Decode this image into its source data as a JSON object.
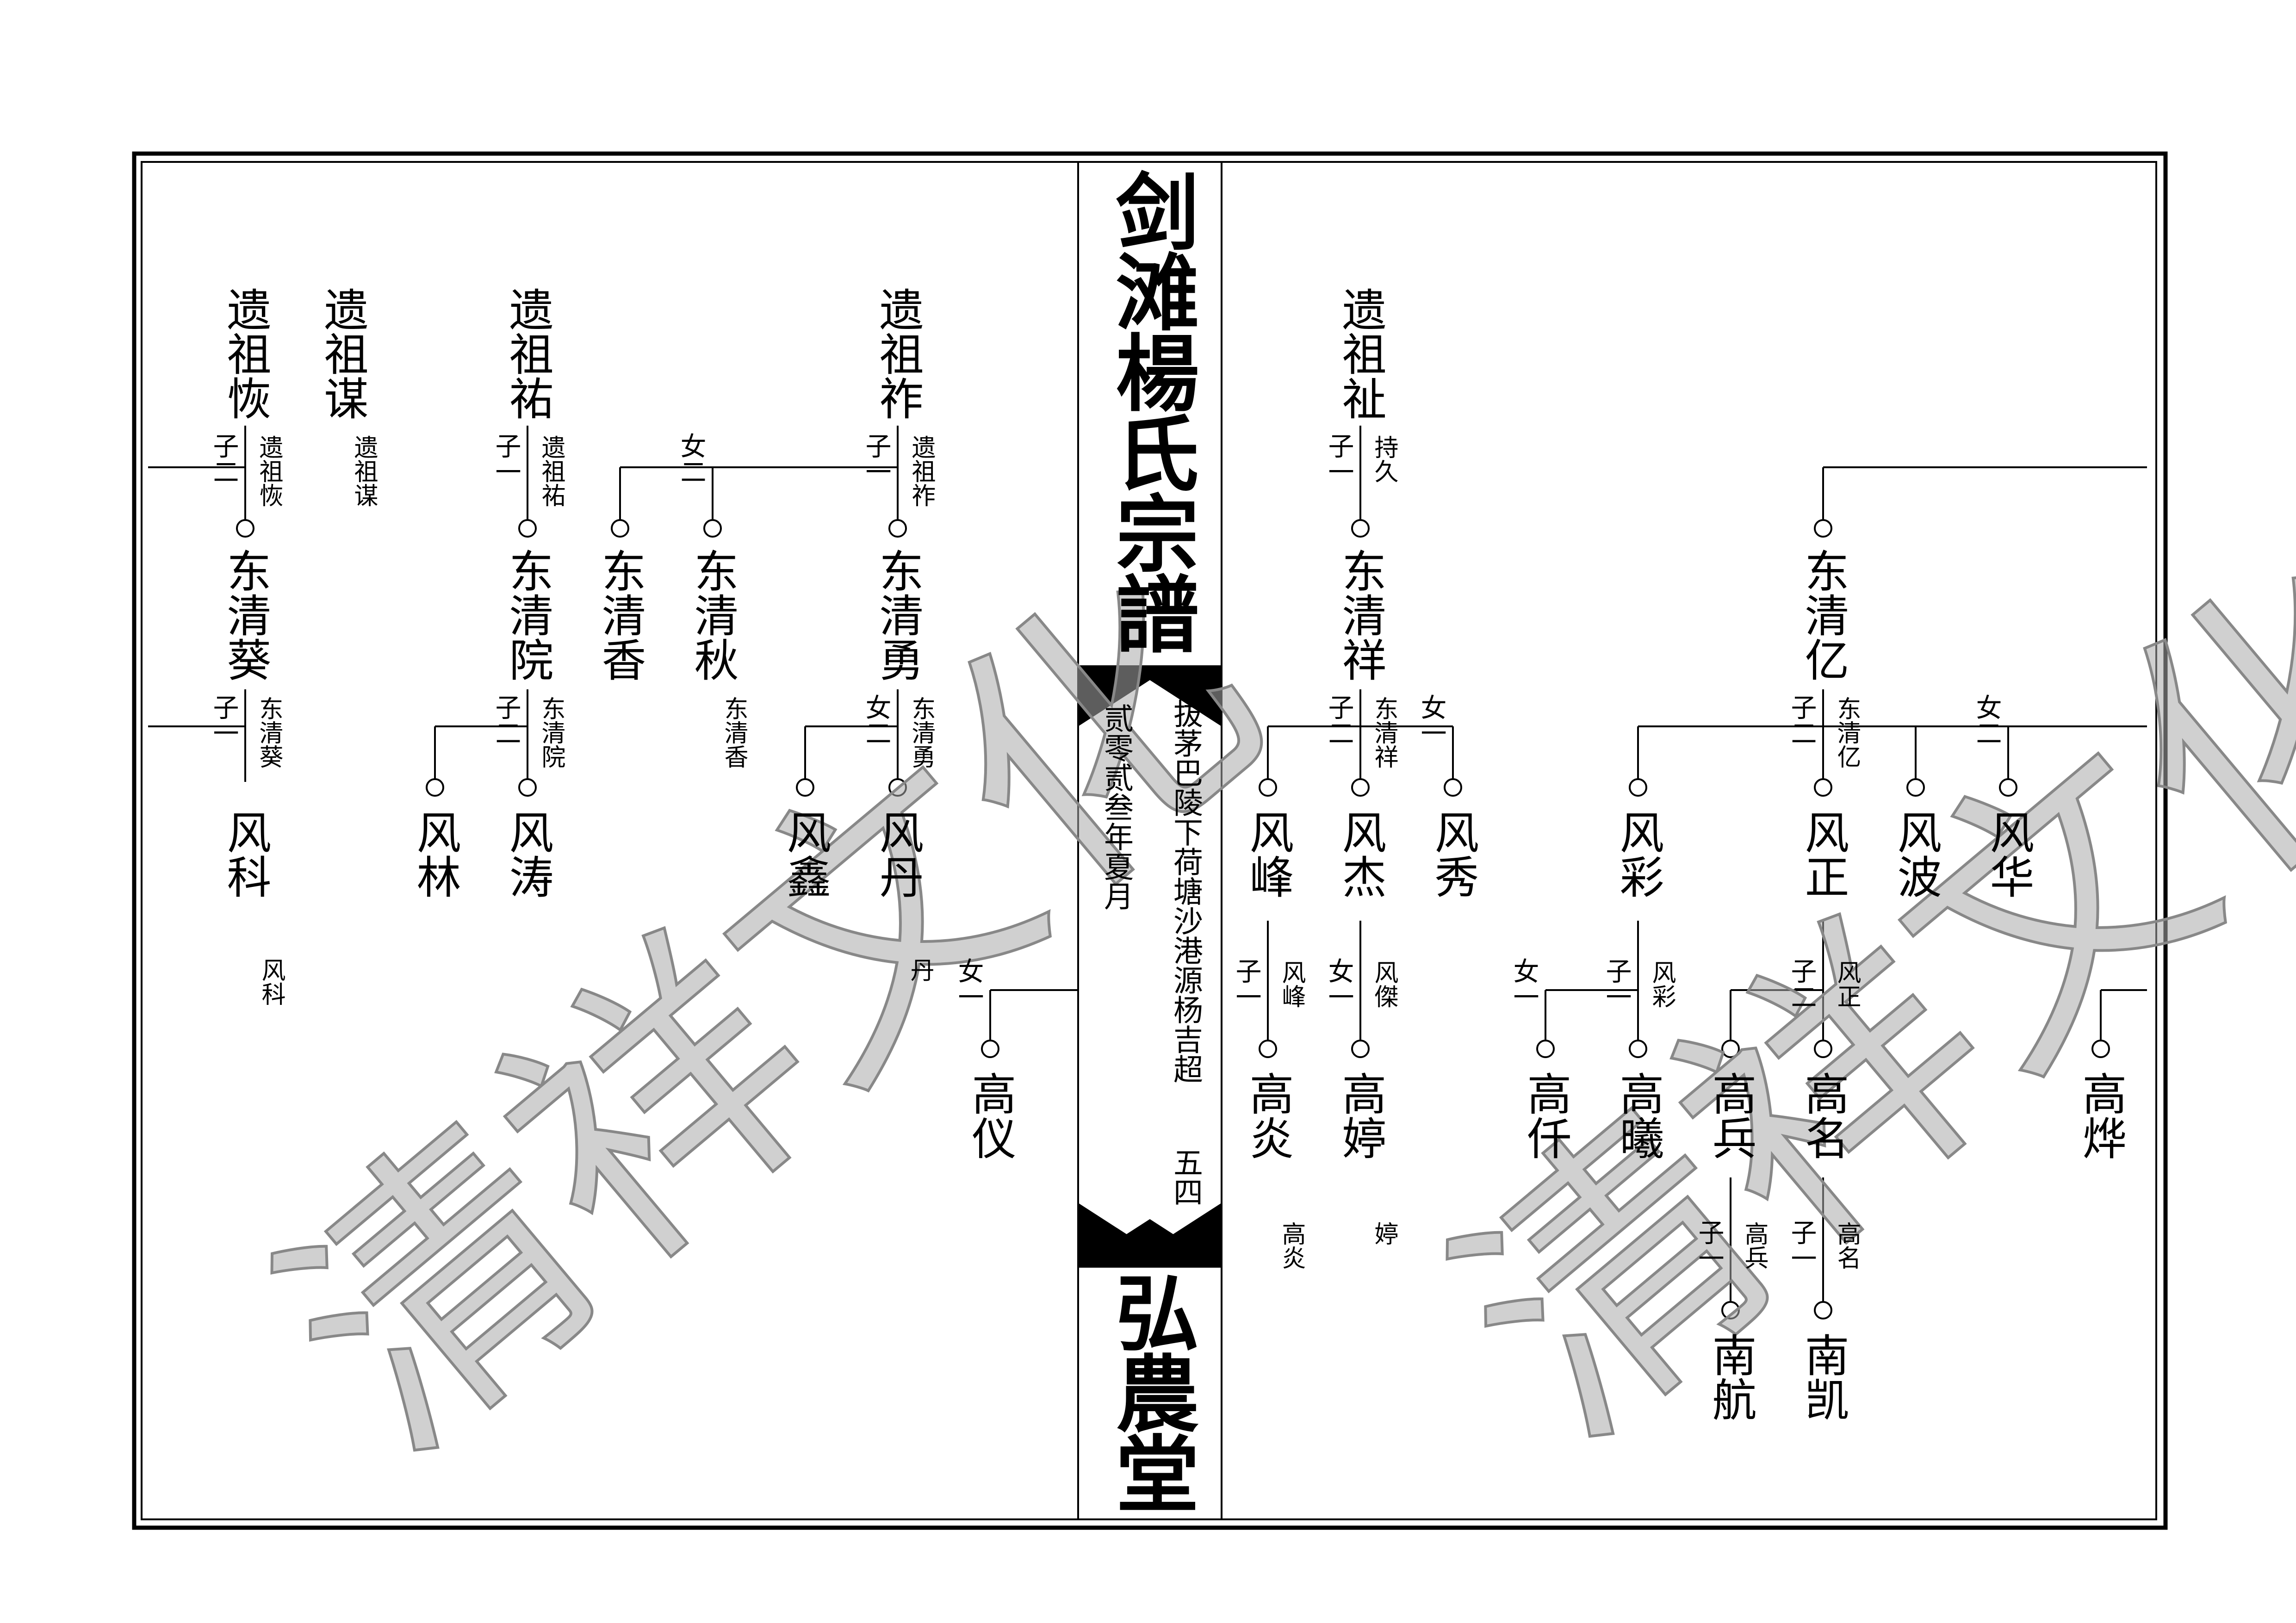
{
  "book": {
    "title": "剑滩楊氏宗譜",
    "hall": "弘農堂",
    "author": "拔茅巴陵下荷塘沙港源杨吉超",
    "page": "五四",
    "date": "贰零贰叁年夏月"
  },
  "watermarks": [
    "清祥文化",
    "清祥文化"
  ],
  "left_page": {
    "gen1": [
      {
        "name": "遗祖恢"
      },
      {
        "name": "遗祖谋"
      },
      {
        "name": "遗祖祐"
      },
      {
        "name": "遗祖祚"
      }
    ],
    "gen1_notes": [
      {
        "rel": "子二",
        "ref": "遗祖恢"
      },
      {
        "ref": "遗祖谋"
      },
      {
        "rel": "子一",
        "ref": "遗祖祐"
      },
      {
        "rel": "女二"
      },
      {
        "rel": "子一",
        "ref": "遗祖祚"
      }
    ],
    "gen2": [
      {
        "name": "东清葵"
      },
      {
        "name": "东清院"
      },
      {
        "name": "东清香"
      },
      {
        "name": "东清秋"
      },
      {
        "name": "东清勇"
      }
    ],
    "gen2_notes": [
      {
        "rel": "子一",
        "ref": "东清葵"
      },
      {
        "rel": "子二",
        "ref": "东清院"
      },
      {
        "ref": "东清香"
      },
      {
        "rel": "女二",
        "ref": "东清勇"
      }
    ],
    "gen3": [
      {
        "name": "风科"
      },
      {
        "name": "风林"
      },
      {
        "name": "风涛"
      },
      {
        "name": "风鑫"
      },
      {
        "name": "风丹"
      }
    ],
    "gen3_notes": [
      {
        "ref": "风科"
      },
      {
        "ref": "丹"
      },
      {
        "rel": "女一"
      }
    ],
    "gen4": [
      {
        "name": "高仪"
      }
    ]
  },
  "right_page": {
    "gen1": [
      {
        "name": "遗祖祉"
      }
    ],
    "gen1_notes": [
      {
        "rel": "子一",
        "ref": "持久"
      }
    ],
    "gen2": [
      {
        "name": "东清祥"
      },
      {
        "name": "东清亿"
      }
    ],
    "gen2_notes": [
      {
        "rel": "子二",
        "ref": "东清祥"
      },
      {
        "rel": "女一"
      },
      {
        "rel": "子二",
        "ref": "东清亿"
      },
      {
        "rel": "女二"
      }
    ],
    "gen3": [
      {
        "name": "风峰"
      },
      {
        "name": "风杰"
      },
      {
        "name": "风秀"
      },
      {
        "name": "风彩"
      },
      {
        "name": "风正"
      },
      {
        "name": "风波"
      },
      {
        "name": "风华"
      }
    ],
    "gen3_notes": [
      {
        "rel": "子一",
        "ref": "风峰"
      },
      {
        "rel": "女一",
        "ref": "风傑"
      },
      {
        "rel": "女一"
      },
      {
        "rel": "子一",
        "ref": "风彩"
      },
      {
        "rel": "子二",
        "ref": "风正"
      }
    ],
    "gen4": [
      {
        "name": "高炎"
      },
      {
        "name": "高婷"
      },
      {
        "name": "高仟"
      },
      {
        "name": "高曦"
      },
      {
        "name": "高兵"
      },
      {
        "name": "高名"
      },
      {
        "name": "高烨"
      }
    ],
    "gen4_notes": [
      {
        "ref": "高炎"
      },
      {
        "ref": "婷"
      },
      {
        "rel": "子一",
        "ref": "高兵"
      },
      {
        "rel": "子一",
        "ref": "高名"
      }
    ],
    "gen5": [
      {
        "name": "南航"
      },
      {
        "name": "南凯"
      }
    ]
  }
}
